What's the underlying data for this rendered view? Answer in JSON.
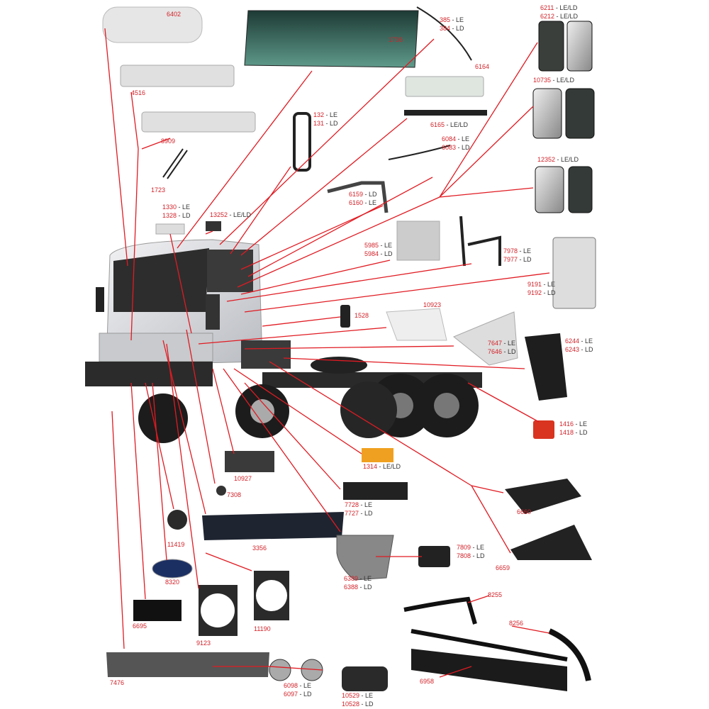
{
  "title": "Ford Cargo cab parts diagram",
  "colors": {
    "accent": "#d2232a",
    "text": "#333333",
    "part": "#555555"
  },
  "callouts": [
    {
      "l1": {
        "num": "6402",
        "suffix": ""
      }
    },
    {
      "l1": {
        "num": "1736",
        "suffix": ""
      }
    },
    {
      "l1": {
        "num": "385",
        "suffix": " - LE"
      },
      "l2": {
        "num": "384",
        "suffix": " - LD"
      }
    },
    {
      "l1": {
        "num": "6164",
        "suffix": ""
      }
    },
    {
      "l1": {
        "num": "6211",
        "suffix": " - LE/LD"
      },
      "l2": {
        "num": "6212",
        "suffix": " - LE/LD"
      }
    },
    {
      "l1": {
        "num": "4516",
        "suffix": ""
      }
    },
    {
      "l1": {
        "num": "8909",
        "suffix": ""
      }
    },
    {
      "l1": {
        "num": "1723",
        "suffix": ""
      }
    },
    {
      "l1": {
        "num": "132",
        "suffix": " - LE"
      },
      "l2": {
        "num": "131",
        "suffix": " - LD"
      }
    },
    {
      "l1": {
        "num": "6165",
        "suffix": "  - LE/LD"
      }
    },
    {
      "l1": {
        "num": "10735",
        "suffix": " - LE/LD"
      }
    },
    {
      "l1": {
        "num": "6084",
        "suffix": " - LE"
      },
      "l2": {
        "num": "6083",
        "suffix": " - LD"
      }
    },
    {
      "l1": {
        "num": "6159",
        "suffix": " - LD"
      },
      "l2": {
        "num": "6160",
        "suffix": " - LE"
      }
    },
    {
      "l1": {
        "num": "12352",
        "suffix": " - LE/LD"
      }
    },
    {
      "l1": {
        "num": "1330",
        "suffix": " - LE"
      },
      "l2": {
        "num": "1328",
        "suffix": " - LD"
      }
    },
    {
      "l1": {
        "num": "13252",
        "suffix": " - LE/LD"
      }
    },
    {
      "l1": {
        "num": "5985",
        "suffix": " - LE"
      },
      "l2": {
        "num": "5984",
        "suffix": " - LD"
      }
    },
    {
      "l1": {
        "num": "7978",
        "suffix": " - LE"
      },
      "l2": {
        "num": "7977",
        "suffix": " - LD"
      }
    },
    {
      "l1": {
        "num": "9191",
        "suffix": " - LE"
      },
      "l2": {
        "num": "9192",
        "suffix": " - LD"
      }
    },
    {
      "l1": {
        "num": "1528",
        "suffix": ""
      }
    },
    {
      "l1": {
        "num": "10923",
        "suffix": ""
      }
    },
    {
      "l1": {
        "num": "7647",
        "suffix": " - LE"
      },
      "l2": {
        "num": "7646",
        "suffix": " - LD"
      }
    },
    {
      "l1": {
        "num": "6244",
        "suffix": "  - LE"
      },
      "l2": {
        "num": "6243",
        "suffix": "  - LD"
      }
    },
    {
      "l1": {
        "num": "1416",
        "suffix": " - LE"
      },
      "l2": {
        "num": "1418",
        "suffix": " - LD"
      }
    },
    {
      "l1": {
        "num": "10927",
        "suffix": ""
      }
    },
    {
      "l1": {
        "num": "1314",
        "suffix": "  - LE/LD"
      }
    },
    {
      "l1": {
        "num": "7308",
        "suffix": ""
      }
    },
    {
      "l1": {
        "num": "7728",
        "suffix": " - LE"
      },
      "l2": {
        "num": "7727",
        "suffix": " - LD"
      }
    },
    {
      "l1": {
        "num": "6660",
        "suffix": ""
      }
    },
    {
      "l1": {
        "num": "11419",
        "suffix": ""
      }
    },
    {
      "l1": {
        "num": "3356",
        "suffix": ""
      }
    },
    {
      "l1": {
        "num": "7809",
        "suffix": " - LE"
      },
      "l2": {
        "num": "7808",
        "suffix": " - LD"
      }
    },
    {
      "l1": {
        "num": "6659",
        "suffix": ""
      }
    },
    {
      "l1": {
        "num": "8320",
        "suffix": ""
      }
    },
    {
      "l1": {
        "num": "6389",
        "suffix": " - LE"
      },
      "l2": {
        "num": "6388",
        "suffix": " - LD"
      }
    },
    {
      "l1": {
        "num": "8255",
        "suffix": ""
      }
    },
    {
      "l1": {
        "num": "6695",
        "suffix": ""
      }
    },
    {
      "l1": {
        "num": "11190",
        "suffix": ""
      }
    },
    {
      "l1": {
        "num": "8256",
        "suffix": ""
      }
    },
    {
      "l1": {
        "num": "9123",
        "suffix": ""
      }
    },
    {
      "l1": {
        "num": "7476",
        "suffix": ""
      }
    },
    {
      "l1": {
        "num": "6958",
        "suffix": ""
      }
    },
    {
      "l1": {
        "num": "6098",
        "suffix": " - LE"
      },
      "l2": {
        "num": "6097",
        "suffix": " - LD"
      }
    },
    {
      "l1": {
        "num": "10529",
        "suffix": " - LE"
      },
      "l2": {
        "num": "10528",
        "suffix": " - LD"
      }
    }
  ]
}
